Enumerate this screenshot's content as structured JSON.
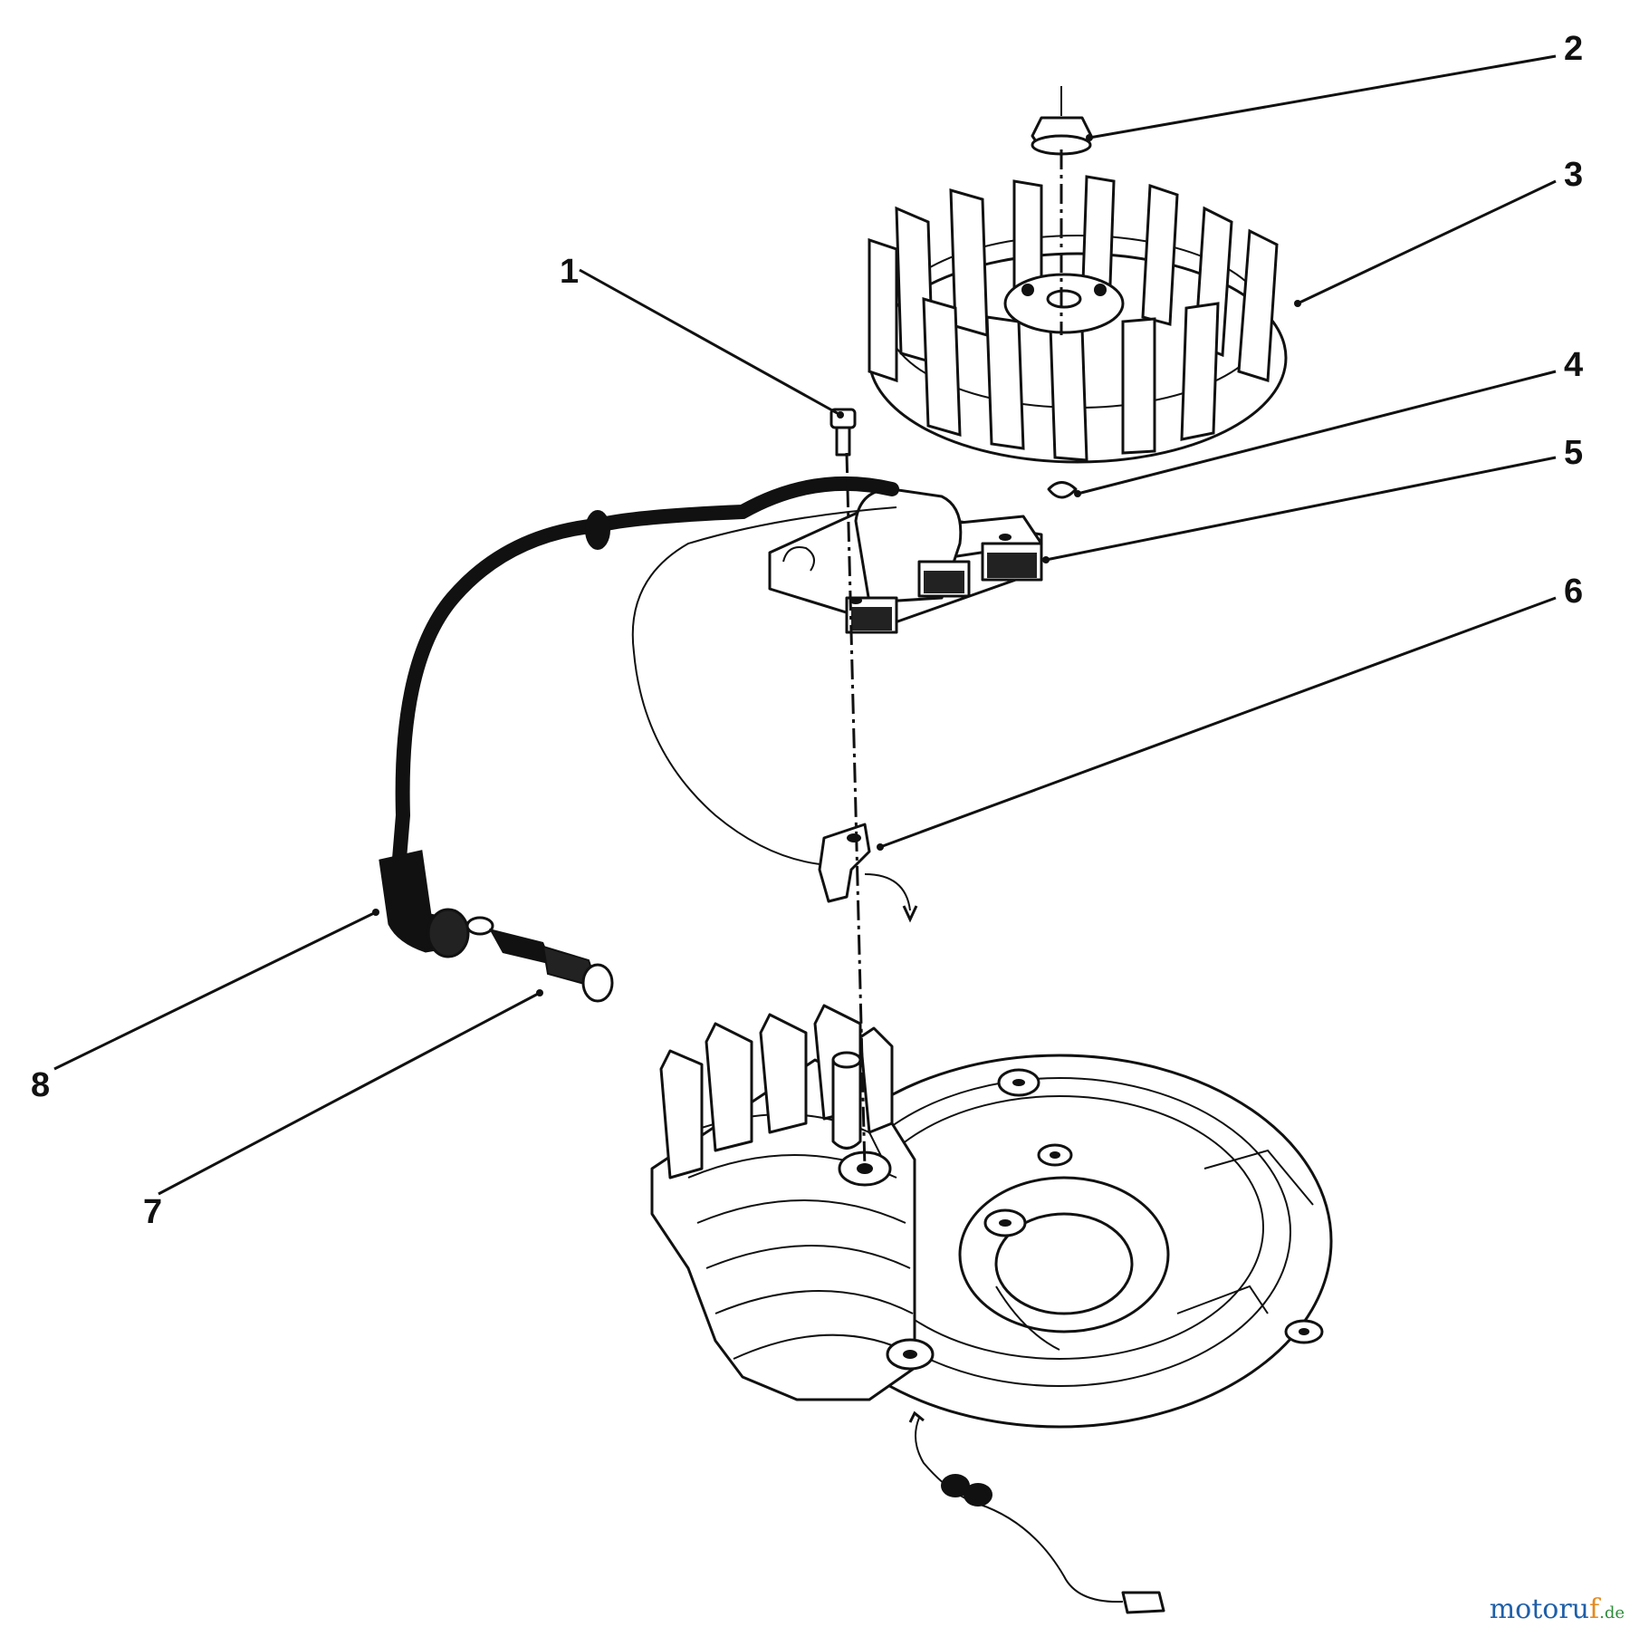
{
  "callouts": {
    "c1": "1",
    "c2": "2",
    "c3": "3",
    "c4": "4",
    "c5": "5",
    "c6": "6",
    "c7": "7",
    "c8": "8"
  },
  "watermark": {
    "main": "motoru",
    "accent": "f",
    "tld": ".de"
  },
  "colors": {
    "ink": "#111111",
    "background": "#ffffff",
    "watermark_blue": "#1f5fa8",
    "watermark_orange": "#e58a1f",
    "watermark_green": "#2e8b3a"
  }
}
